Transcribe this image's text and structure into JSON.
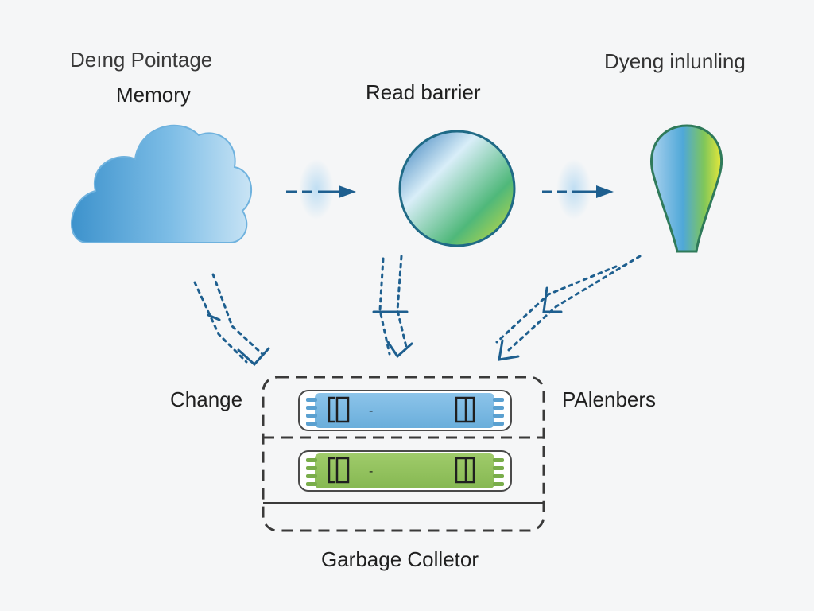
{
  "labels": {
    "top_left": "Deıng Pointage",
    "memory": "Memory",
    "read_barrier": "Read barrier",
    "top_right": "Dyeng inlunling",
    "change": "Change",
    "right_side": "PAlenbers",
    "garbage_collector": "Garbage Colletor"
  },
  "slots": {
    "upper_glyph": "-",
    "lower_glyph": "-"
  },
  "colors": {
    "cloud_blue": "#4fa3d6",
    "arrow_blue": "#1e5f8f",
    "slot_blue": "#7ab8e3",
    "slot_green": "#8fbf5a",
    "outline": "#3a3a3a"
  },
  "icons": [
    "cloud-icon",
    "sphere-icon",
    "drop-icon"
  ]
}
